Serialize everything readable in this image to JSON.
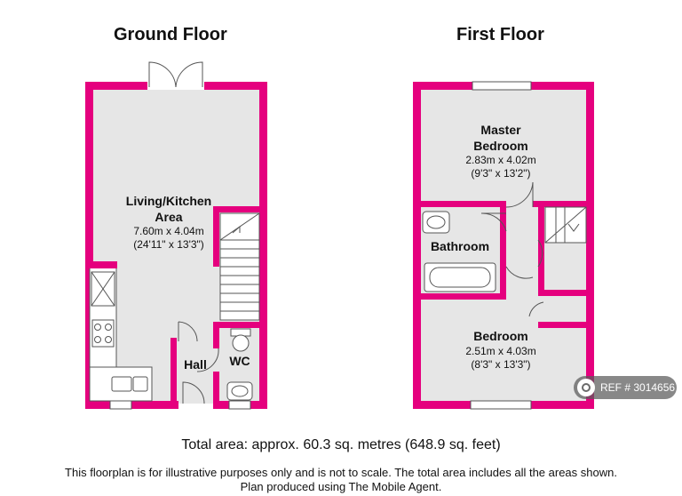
{
  "titles": {
    "ground": "Ground Floor",
    "first": "First Floor"
  },
  "rooms": {
    "living": {
      "name_line1": "Living/Kitchen",
      "name_line2": "Area",
      "metric": "7.60m x 4.04m",
      "imperial": "(24'11\" x 13'3\")"
    },
    "master": {
      "name_line1": "Master",
      "name_line2": "Bedroom",
      "metric": "2.83m x 4.02m",
      "imperial": "(9'3\" x 13'2\")"
    },
    "bedroom": {
      "name": "Bedroom",
      "metric": "2.51m x 4.03m",
      "imperial": "(8'3\" x 13'3\")"
    },
    "bathroom": {
      "name": "Bathroom"
    },
    "hall": {
      "name": "Hall"
    },
    "wc": {
      "name": "WC"
    }
  },
  "watermark": "REF # 3014656",
  "footer": {
    "total_area": "Total area: approx.  60.3 sq. metres (648.9 sq. feet)",
    "disclaimer_line1": "This floorplan is for illustrative purposes only and is not to scale. The total area includes all the areas shown.",
    "disclaimer_line2": "Plan produced using The Mobile Agent."
  },
  "colors": {
    "wall": "#e5007e",
    "floor": "#e6e6e6",
    "fixture": "#ffffff"
  }
}
